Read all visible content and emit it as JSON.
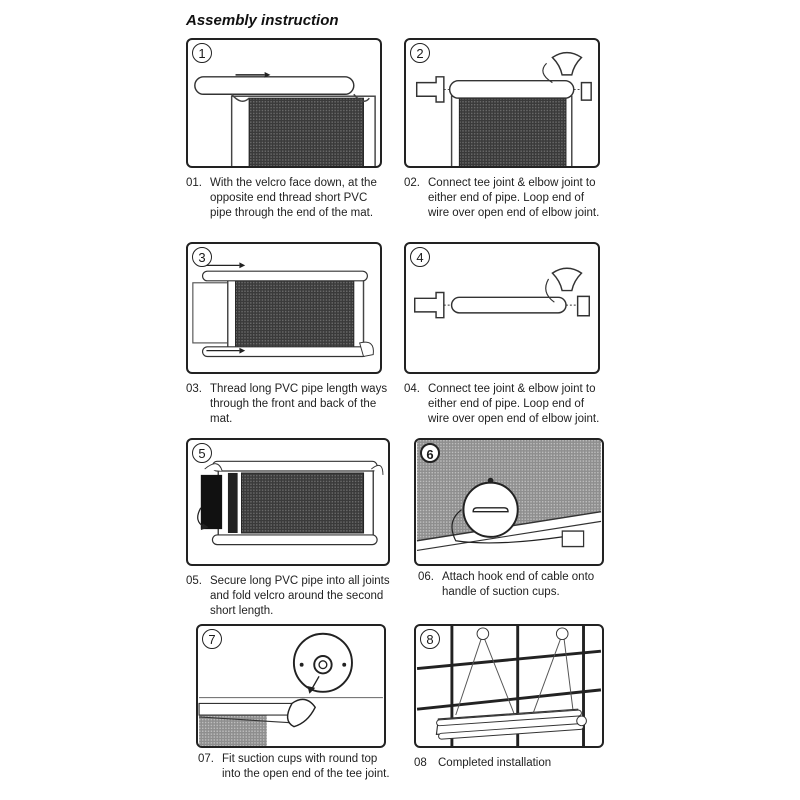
{
  "title": "Assembly instruction",
  "steps": [
    {
      "badge": "1",
      "num": "01.",
      "text": "With the velcro face down, at the opposite end thread short PVC pipe through the end of the mat."
    },
    {
      "badge": "2",
      "num": "02.",
      "text": "Connect tee joint & elbow joint to either end of pipe. Loop end of wire over open end of elbow joint."
    },
    {
      "badge": "3",
      "num": "03.",
      "text": "Thread long PVC pipe length ways through the front and back of the mat."
    },
    {
      "badge": "4",
      "num": "04.",
      "text": "Connect tee joint & elbow joint to either end of pipe. Loop end of wire over open end of elbow joint."
    },
    {
      "badge": "5",
      "num": "05.",
      "text": "Secure long PVC pipe into all joints and fold velcro around the second short length."
    },
    {
      "badge": "6",
      "num": "06.",
      "text": "Attach hook end of cable onto handle of suction cups."
    },
    {
      "badge": "7",
      "num": "07.",
      "text": "Fit suction cups with round top into the open end of the tee joint."
    },
    {
      "badge": "8",
      "num": "08",
      "text": "Completed installation"
    }
  ]
}
